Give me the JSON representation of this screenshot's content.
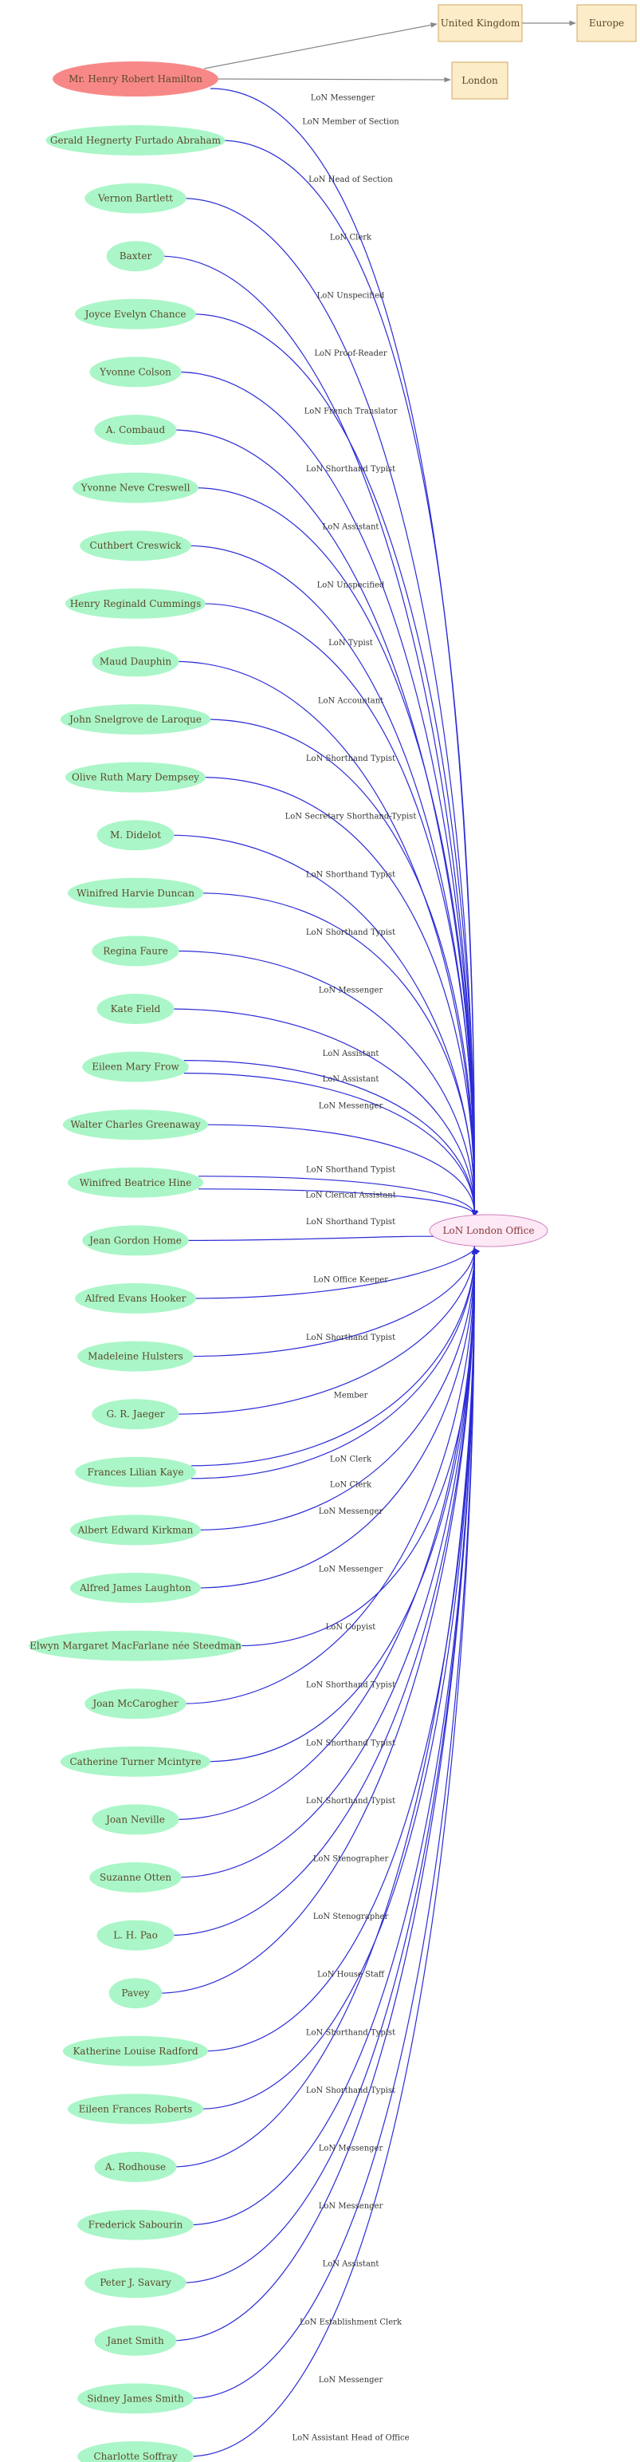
{
  "colors": {
    "person_fill": "#aaf6c8",
    "focus_fill": "#f88888",
    "office_fill": "#fde8f6",
    "office_stroke": "#d080c0",
    "place_fill": "#fdecc8",
    "place_stroke": "#d0a860",
    "role_edge": "#2b2bd6",
    "place_edge": "#888888",
    "label_text": "#5a4a2a"
  },
  "focus": {
    "label": "Mr. Henry Robert Hamilton"
  },
  "places": [
    {
      "id": "uk",
      "label": "United Kingdom"
    },
    {
      "id": "europe",
      "label": "Europe"
    },
    {
      "id": "london",
      "label": "London"
    }
  ],
  "office": {
    "label": "LoN London Office"
  },
  "people": [
    {
      "label": "Gerald Hegnerty Furtado Abraham",
      "roles": [
        "LoN Member of Section"
      ]
    },
    {
      "label": "Vernon Bartlett",
      "roles": [
        "LoN Head of Section"
      ]
    },
    {
      "label": "Baxter",
      "roles": [
        "LoN Clerk"
      ]
    },
    {
      "label": "Joyce Evelyn Chance",
      "roles": [
        "LoN Unspecified"
      ]
    },
    {
      "label": "Yvonne Colson",
      "roles": [
        "LoN Proof-Reader"
      ]
    },
    {
      "label": "A.  Combaud",
      "roles": [
        "LoN French Translator"
      ]
    },
    {
      "label": "Yvonne Neve Creswell",
      "roles": [
        "LoN Shorthand Typist"
      ]
    },
    {
      "label": "Cuthbert Creswick",
      "roles": [
        "LoN Assistant"
      ]
    },
    {
      "label": "Henry Reginald Cummings",
      "roles": [
        "LoN Unspecified"
      ]
    },
    {
      "label": "Maud Dauphin",
      "roles": [
        "LoN Typist"
      ]
    },
    {
      "label": "John Snelgrove de Laroque",
      "roles": [
        "LoN Accountant"
      ]
    },
    {
      "label": "Olive Ruth Mary Dempsey",
      "roles": [
        "LoN Shorthand Typist"
      ]
    },
    {
      "label": "M. Didelot",
      "roles": [
        "LoN Secretary Shorthand-Typist"
      ]
    },
    {
      "label": "Winifred Harvie Duncan",
      "roles": [
        "LoN Shorthand Typist"
      ]
    },
    {
      "label": "Regina Faure",
      "roles": [
        "LoN Shorthand Typist"
      ]
    },
    {
      "label": "Kate Field",
      "roles": [
        "LoN Messenger"
      ]
    },
    {
      "label": "Eileen Mary Frow",
      "roles": [
        "LoN Assistant",
        "LoN Assistant"
      ]
    },
    {
      "label": "Walter Charles Greenaway",
      "roles": [
        "LoN Messenger"
      ]
    },
    {
      "label": "Winifred Beatrice Hine",
      "roles": [
        "LoN Shorthand Typist",
        "LoN Clerical Assistant"
      ]
    },
    {
      "label": "Jean Gordon Home",
      "roles": [
        "LoN Shorthand Typist"
      ]
    },
    {
      "label": "Alfred Evans Hooker",
      "roles": [
        "LoN Office Keeper"
      ]
    },
    {
      "label": "Madeleine Hulsters",
      "roles": [
        "LoN Shorthand Typist"
      ]
    },
    {
      "label": "G. R. Jaeger",
      "roles": [
        "Member"
      ]
    },
    {
      "label": "Frances Lilian Kaye",
      "roles": [
        "LoN Clerk",
        "LoN Clerk"
      ]
    },
    {
      "label": "Albert Edward Kirkman",
      "roles": [
        "LoN Messenger"
      ]
    },
    {
      "label": "Alfred James Laughton",
      "roles": [
        "LoN Messenger"
      ]
    },
    {
      "label": "Elwyn Margaret MacFarlane née Steedman",
      "roles": [
        "LoN Copyist"
      ]
    },
    {
      "label": "Joan McCarogher",
      "roles": [
        "LoN Shorthand Typist"
      ]
    },
    {
      "label": "Catherine Turner Mcintyre",
      "roles": [
        "LoN Shorthand Typist"
      ]
    },
    {
      "label": "Joan Neville",
      "roles": [
        "LoN Shorthand Typist"
      ]
    },
    {
      "label": "Suzanne Otten",
      "roles": [
        "LoN Stenographer"
      ]
    },
    {
      "label": "L. H.  Pao",
      "roles": [
        "LoN Stenographer"
      ]
    },
    {
      "label": "Pavey",
      "roles": [
        "LoN House Staff"
      ]
    },
    {
      "label": "Katherine Louise Radford",
      "roles": [
        "LoN Shorthand Typist"
      ]
    },
    {
      "label": "Eileen Frances Roberts",
      "roles": [
        "LoN Shorthand Typist"
      ]
    },
    {
      "label": "A. Rodhouse",
      "roles": [
        "LoN Messenger"
      ]
    },
    {
      "label": "Frederick Sabourin",
      "roles": [
        "LoN Messenger"
      ]
    },
    {
      "label": "Peter J. Savary",
      "roles": [
        "LoN Assistant"
      ]
    },
    {
      "label": "Janet Smith",
      "roles": [
        "LoN Establishment Clerk"
      ]
    },
    {
      "label": "Sidney James Smith",
      "roles": [
        "LoN Messenger"
      ]
    },
    {
      "label": "Charlotte  Soffray",
      "roles": [
        "LoN Assistant Head of Office"
      ]
    }
  ],
  "focus_role": "LoN Messenger"
}
